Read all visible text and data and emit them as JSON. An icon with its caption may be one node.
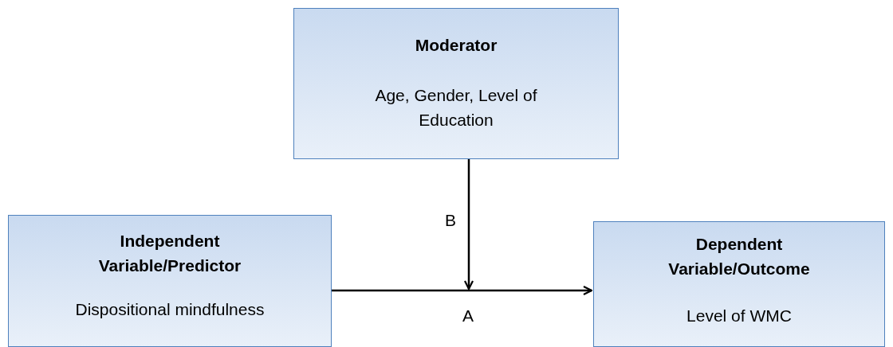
{
  "diagram": {
    "nodes": [
      {
        "text": [
          "Moderator",
          "Age, Gender, Level of Education"
        ]
      },
      {
        "text": [
          "Independent Variable/Predictor",
          "Dispositional mindfulness"
        ]
      },
      {
        "text": [
          "Dependent Variable/Outcome",
          "Level of WMC"
        ]
      }
    ],
    "edges": [
      {
        "from": 1,
        "to": 2,
        "arrow": "to",
        "label": "A"
      },
      {
        "from": 0,
        "to": null,
        "arrow": "to",
        "label": "B"
      }
    ]
  }
}
